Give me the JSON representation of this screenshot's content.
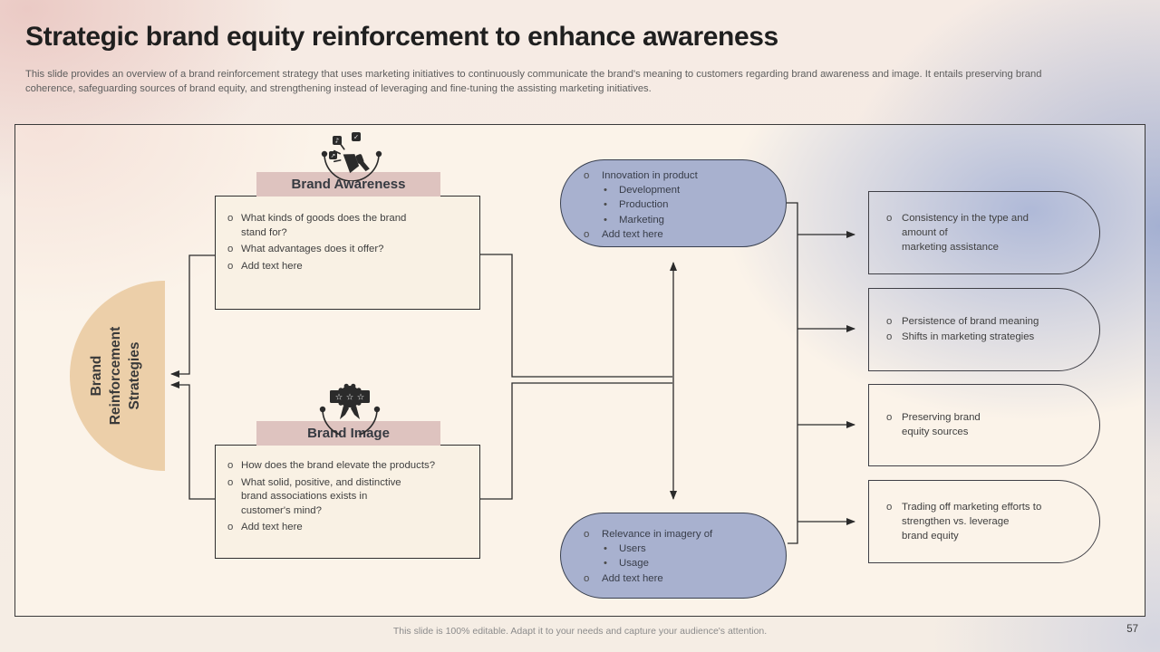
{
  "slide": {
    "title": "Strategic brand equity reinforcement to enhance awareness",
    "description": "This slide provides an overview of a brand reinforcement strategy that uses marketing initiatives to continuously communicate the brand's meaning to customers regarding brand awareness and image. It entails preserving brand\ncoherence, safeguarding sources of brand equity, and strengthening instead of leveraging and fine-tuning the assisting marketing initiatives.",
    "footer_note": "This slide is 100% editable.  Adapt it to your needs and capture your audience's attention.",
    "page_number": "57"
  },
  "diagram": {
    "hub": {
      "label": "Brand\nReinforcement\nStrategies"
    },
    "awareness": {
      "heading": "Brand Awareness",
      "icon": "megaphone-announcement-icon",
      "items": [
        "What kinds of goods does the brand\nstand for?",
        "What advantages does it offer?",
        "Add text here"
      ]
    },
    "image": {
      "heading": "Brand Image",
      "icon": "award-ribbon-badge-icon",
      "items": [
        "How does the brand elevate the products?",
        "What solid, positive, and distinctive\nbrand associations exists in\ncustomer's mind?",
        "Add text here"
      ]
    },
    "pills": [
      {
        "lines": [
          {
            "level": 1,
            "text": "Innovation in product"
          },
          {
            "level": 2,
            "text": "Development"
          },
          {
            "level": 2,
            "text": "Production"
          },
          {
            "level": 2,
            "text": "Marketing"
          },
          {
            "level": 1,
            "text": "Add text here"
          }
        ]
      },
      {
        "lines": [
          {
            "level": 1,
            "text": "Relevance in imagery of"
          },
          {
            "level": 2,
            "text": "Users"
          },
          {
            "level": 2,
            "text": "Usage"
          },
          {
            "level": 1,
            "text": "Add text here"
          }
        ]
      }
    ],
    "outcomes": [
      {
        "items": [
          "Consistency in the type and\namount of\nmarketing assistance"
        ]
      },
      {
        "items": [
          "Persistence of brand meaning",
          "Shifts in marketing strategies"
        ]
      },
      {
        "items": [
          "Preserving brand\nequity sources"
        ]
      },
      {
        "items": [
          "Trading off marketing efforts to\nstrengthen vs. leverage\nbrand equity"
        ]
      }
    ]
  },
  "colors": {
    "pill_fill": "#a8b1cf",
    "header_fill": "#dec3bf",
    "hub_fill": "#eccfa9",
    "question_box_fill": "#f9f1e4",
    "connector_line": "#2b2b2b",
    "panel_background": "#fbf3e9"
  }
}
